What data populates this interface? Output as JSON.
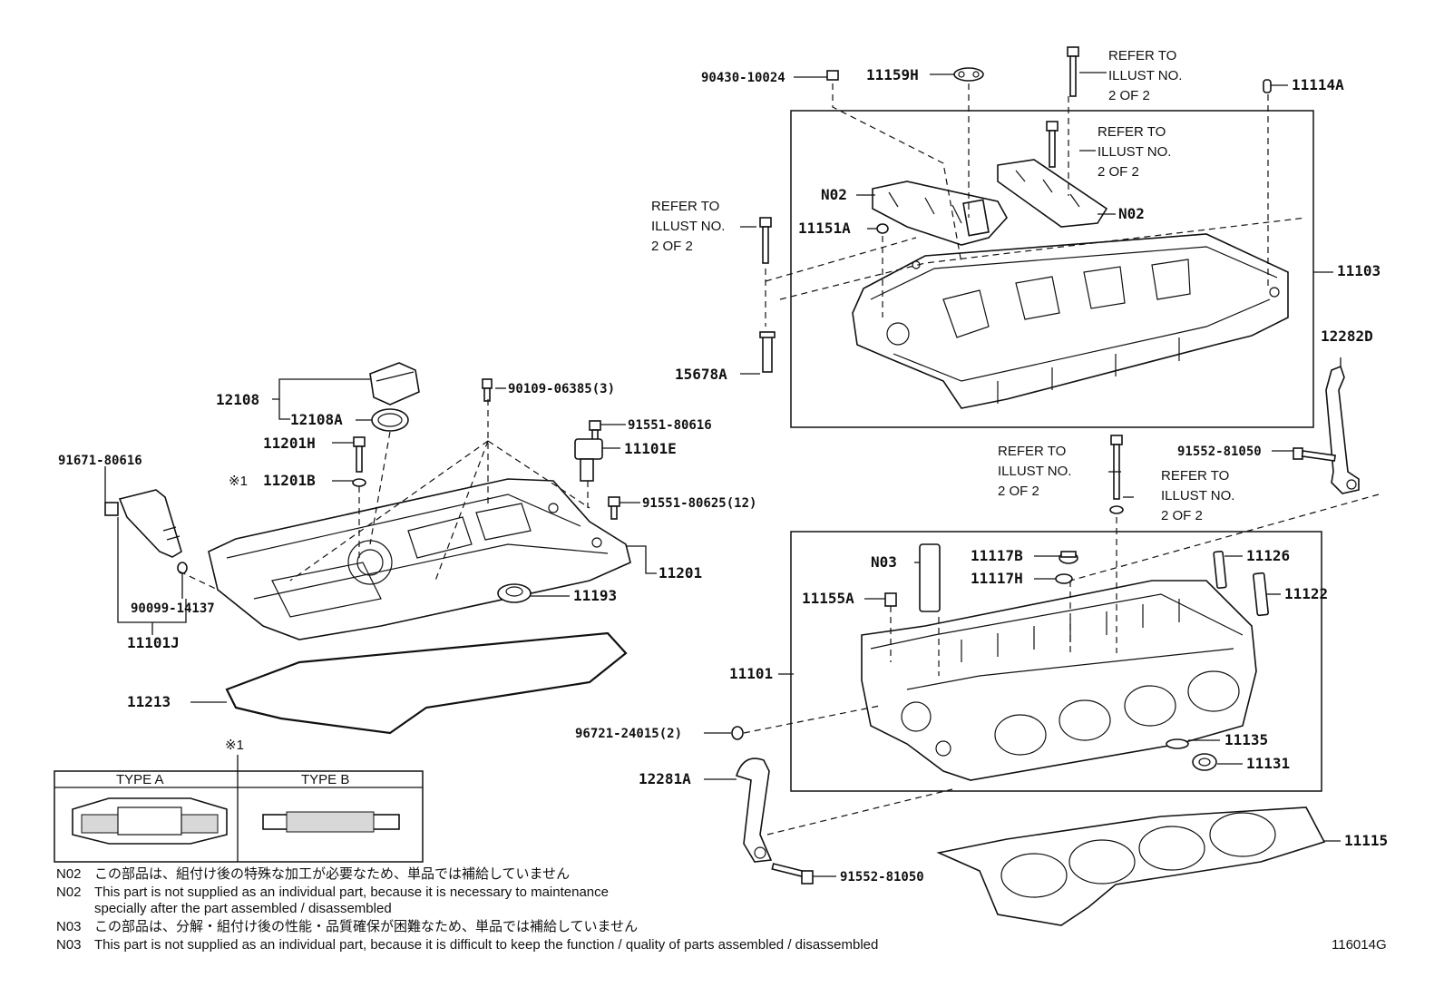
{
  "diagram": {
    "code": "116014G",
    "type_box": {
      "marker": "※1",
      "type_a": "TYPE A",
      "type_b": "TYPE B"
    },
    "refer_note": [
      "REFER TO",
      "ILLUST NO.",
      "2 OF 2"
    ],
    "parts": {
      "p90430": "90430-10024",
      "p11159H": "11159H",
      "p11114A": "11114A",
      "p11103": "11103",
      "n02_left": "N02",
      "n02_right": "N02",
      "p11151A": "11151A",
      "p15678A": "15678A",
      "p12282D": "12282D",
      "p91552a": "91552-81050",
      "p12108": "12108",
      "p12108A": "12108A",
      "p90109": "90109-06385(3)",
      "p91551a": "91551-80616",
      "p11201H": "11201H",
      "p11101E": "11101E",
      "p91671": "91671-80616",
      "mark_11201B": "※1",
      "p11201B": "11201B",
      "p91551b": "91551-80625(12)",
      "p11201": "11201",
      "p11193": "11193",
      "p90099": "90099-14137",
      "p11101J": "11101J",
      "p11213": "11213",
      "p11101": "11101",
      "n03": "N03",
      "p11117B": "11117B",
      "p11117H": "11117H",
      "p11155A": "11155A",
      "p11126": "11126",
      "p11122": "11122",
      "p96721": "96721-24015(2)",
      "p11135": "11135",
      "p11131": "11131",
      "p12281A": "12281A",
      "p11115": "11115",
      "p91552b": "91552-81050"
    },
    "notes": [
      {
        "code": "N02",
        "text": "この部品は、組付け後の特殊な加工が必要なため、単品では補給していません"
      },
      {
        "code": "N02",
        "text": "This part is not supplied as an individual part, because it is necessary to maintenance"
      },
      {
        "code": "",
        "text": "specially after the part assembled / disassembled"
      },
      {
        "code": "N03",
        "text": "この部品は、分解・組付け後の性能・品質確保が困難なため、単品では補給していません"
      },
      {
        "code": "N03",
        "text": "This part is not supplied as an individual part, because it is difficult to keep the function / quality of parts  assembled / disassembled"
      }
    ]
  }
}
